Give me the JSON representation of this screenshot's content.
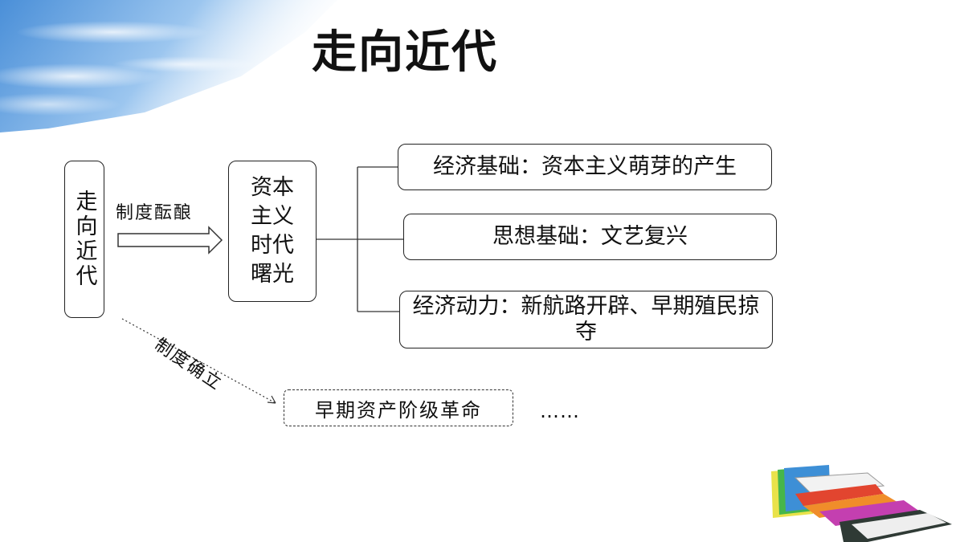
{
  "slide": {
    "title": "走向近代"
  },
  "diagram": {
    "root": "走向近代",
    "arrow_label": "制度酝酿",
    "center": "资本主义时代曙光",
    "branches": [
      "经济基础：资本主义萌芽的产生",
      "思想基础：文艺复兴",
      "经济动力：新航路开辟、早期殖民掠夺"
    ],
    "dashed_label": "制度确立",
    "dashed_node": "早期资产阶级革命",
    "ellipsis": "……"
  }
}
